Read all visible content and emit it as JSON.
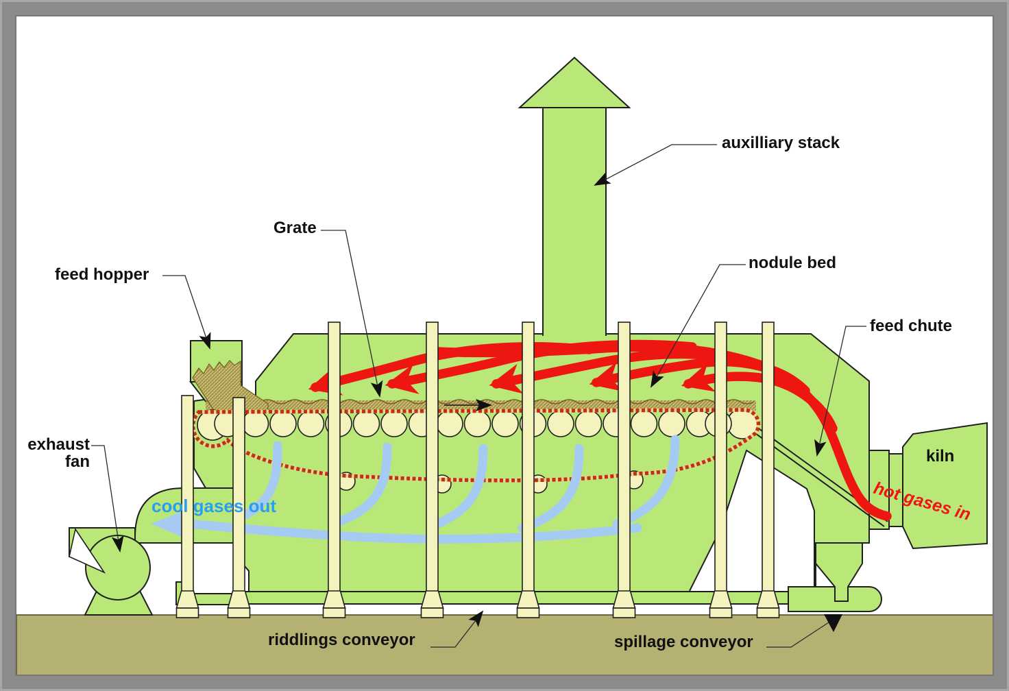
{
  "diagram": {
    "subject": "traveling-grate / kiln nodulizing plant schematic",
    "labels": {
      "auxiliary_stack": "auxilliary stack",
      "grate": "Grate",
      "feed_hopper": "feed hopper",
      "nodule_bed": "nodule bed",
      "feed_chute": "feed chute",
      "exhaust_fan_line1": "exhaust",
      "exhaust_fan_line2": "fan",
      "kiln": "kiln",
      "hot_gases_in": "hot gases in",
      "cool_gases_out": "cool gases out",
      "riddlings_conveyor": "riddlings conveyor",
      "spillage_conveyor": "spillage conveyor"
    },
    "colors": {
      "machine_green": "#b9e878",
      "column_cream": "#f4f2bd",
      "bed_tan": "#cfc077",
      "bed_hatch": "#8c7c33",
      "ground_tan": "#b5b172",
      "hot_red": "#ed1611",
      "cool_blue": "#a6cbf2",
      "blue_text": "#2a9df4",
      "red_text": "#f01414",
      "frame_gray": "#8b8b8b",
      "outline": "#1f1f1f"
    }
  }
}
